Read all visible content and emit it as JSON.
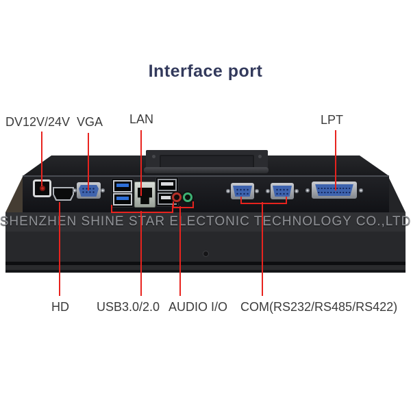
{
  "title": "Interface port",
  "watermark": "SHENZHEN SHINE STAR ELECTONIC TECHNOLOGY CO.,LTD",
  "colors": {
    "annotation_red": "#e8231e",
    "title_navy": "#333a5c",
    "label_gray": "#3b3b3b",
    "watermark_gray": "#909297",
    "connector_blue": "#3e63ae",
    "usb3_blue": "#2e6fd8",
    "audio_in_red": "#b63129",
    "audio_out_green": "#3db174"
  },
  "top_labels": [
    {
      "id": "dc",
      "text": "DV12V/24V"
    },
    {
      "id": "vga",
      "text": "VGA"
    },
    {
      "id": "lan",
      "text": "LAN"
    },
    {
      "id": "lpt",
      "text": "LPT"
    }
  ],
  "bottom_labels": [
    {
      "id": "hd",
      "text": "HD"
    },
    {
      "id": "usb",
      "text": "USB3.0/2.0"
    },
    {
      "id": "audio",
      "text": "AUDIO I/O"
    },
    {
      "id": "com",
      "text": "COM(RS232/RS485/RS422)"
    }
  ],
  "ports": [
    {
      "name": "dc-power-port",
      "type": "dc-jack"
    },
    {
      "name": "hdmi-port",
      "type": "hdmi"
    },
    {
      "name": "vga-port",
      "type": "db15-vga"
    },
    {
      "name": "usb3-port-stack",
      "type": "dual-usb3"
    },
    {
      "name": "lan-port",
      "type": "rj45"
    },
    {
      "name": "usb2-port-stack",
      "type": "dual-usb2"
    },
    {
      "name": "audio-in-jack",
      "type": "3.5mm"
    },
    {
      "name": "audio-out-jack",
      "type": "3.5mm"
    },
    {
      "name": "com-port-1",
      "type": "db9"
    },
    {
      "name": "com-port-2",
      "type": "db9"
    },
    {
      "name": "lpt-port",
      "type": "db25"
    }
  ]
}
